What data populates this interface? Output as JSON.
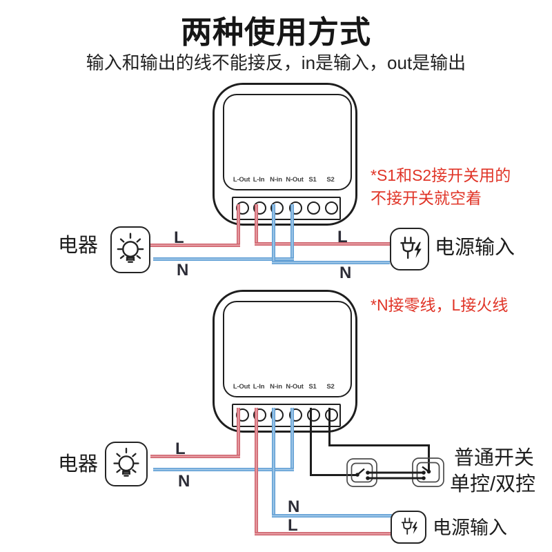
{
  "header": {
    "title": "两种使用方式",
    "subtitle": "输入和输出的线不能接反，in是输入，out是输出"
  },
  "module": {
    "terminals": [
      "L-Out",
      "L-In",
      "N-in",
      "N-Out",
      "S1",
      "S2"
    ]
  },
  "top_diagram": {
    "appliance_label": "电器",
    "power_label": "电源输入",
    "annotation_line1": "*S1和S2接开关用的",
    "annotation_line2": "不接开关就空着",
    "wire_labels": {
      "appliance_l": "L",
      "appliance_n": "N",
      "power_l": "L",
      "power_n": "N"
    }
  },
  "bottom_diagram": {
    "appliance_label": "电器",
    "power_label": "电源输入",
    "annotation": "*N接零线，L接火线",
    "switch_caption_line1": "普通开关",
    "switch_caption_line2": "单控/双控",
    "wire_labels": {
      "appliance_l": "L",
      "appliance_n": "N",
      "power_l": "L",
      "power_n": "N"
    }
  },
  "icons": {
    "appliance": "lightbulb-icon",
    "power": "plug-lightning-icon",
    "switch": "wall-switch-icon"
  },
  "colors": {
    "live_wire": "#c5505b",
    "neutral_wire": "#4d92cf",
    "switch_wire": "#1d1d1d",
    "annotation_red": "#e03427",
    "outline": "#232323"
  }
}
